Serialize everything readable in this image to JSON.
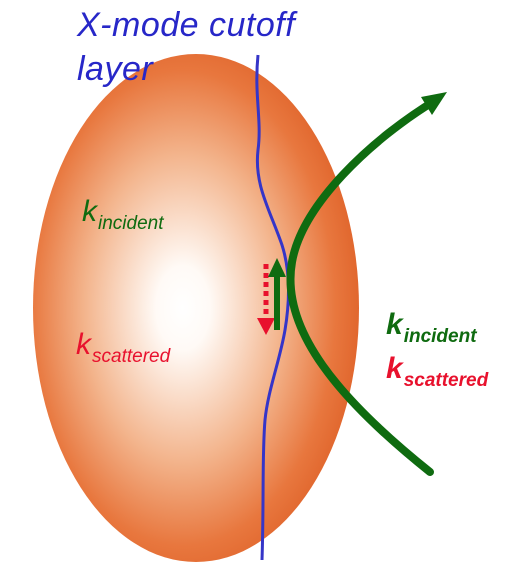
{
  "title": {
    "line1": "X-mode cutoff",
    "line2": "layer"
  },
  "inner_labels": {
    "incident": {
      "k": "k",
      "sub": "incident"
    },
    "scattered": {
      "k": "k",
      "sub": "scattered"
    }
  },
  "outer_labels": {
    "incident": {
      "k": "k",
      "sub": "incident"
    },
    "scattered": {
      "k": "k",
      "sub": "scattered"
    }
  },
  "colors": {
    "plasma_center": "#ffffff",
    "plasma_edge": "#e8773e",
    "cutoff_layer": "#3535c8",
    "incident": "#0f6b10",
    "scattered": "#e8112d"
  }
}
